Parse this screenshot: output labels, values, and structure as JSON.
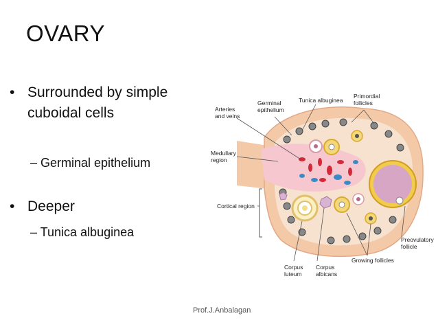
{
  "slide": {
    "title": "OVARY",
    "footer": "Prof.J.Anbalagan"
  },
  "bullets": [
    {
      "marker": "•",
      "text_line1": "Surrounded  by simple",
      "text_line2": "cuboidal cells",
      "sub": "– Germinal epithelium"
    },
    {
      "marker": "•",
      "text_line1": "Deeper",
      "sub": "– Tunica albuginea"
    }
  ],
  "diagram": {
    "labels": {
      "arteries1": "Arteries",
      "arteries2": "and veins",
      "germinal1": "Germinal",
      "germinal2": "epithelium",
      "tunica": "Tunica albuginea",
      "primordial1": "Primordial",
      "primordial2": "follicles",
      "medullary1": "Medullary",
      "medullary2": "region",
      "cortical": "Cortical region",
      "preovulatory1": "Preovulatory",
      "preovulatory2": "follicle",
      "growing": "Growing follicles",
      "luteum1": "Corpus",
      "luteum2": "luteum",
      "albicans1": "Corpus",
      "albicans2": "albicans"
    },
    "colors": {
      "outer": "#f3c9a8",
      "inner": "#f6e2cf",
      "medulla": "#f6c7cf",
      "follicle_ring": "#e6b93a",
      "antrum": "#d7a6c5"
    }
  }
}
